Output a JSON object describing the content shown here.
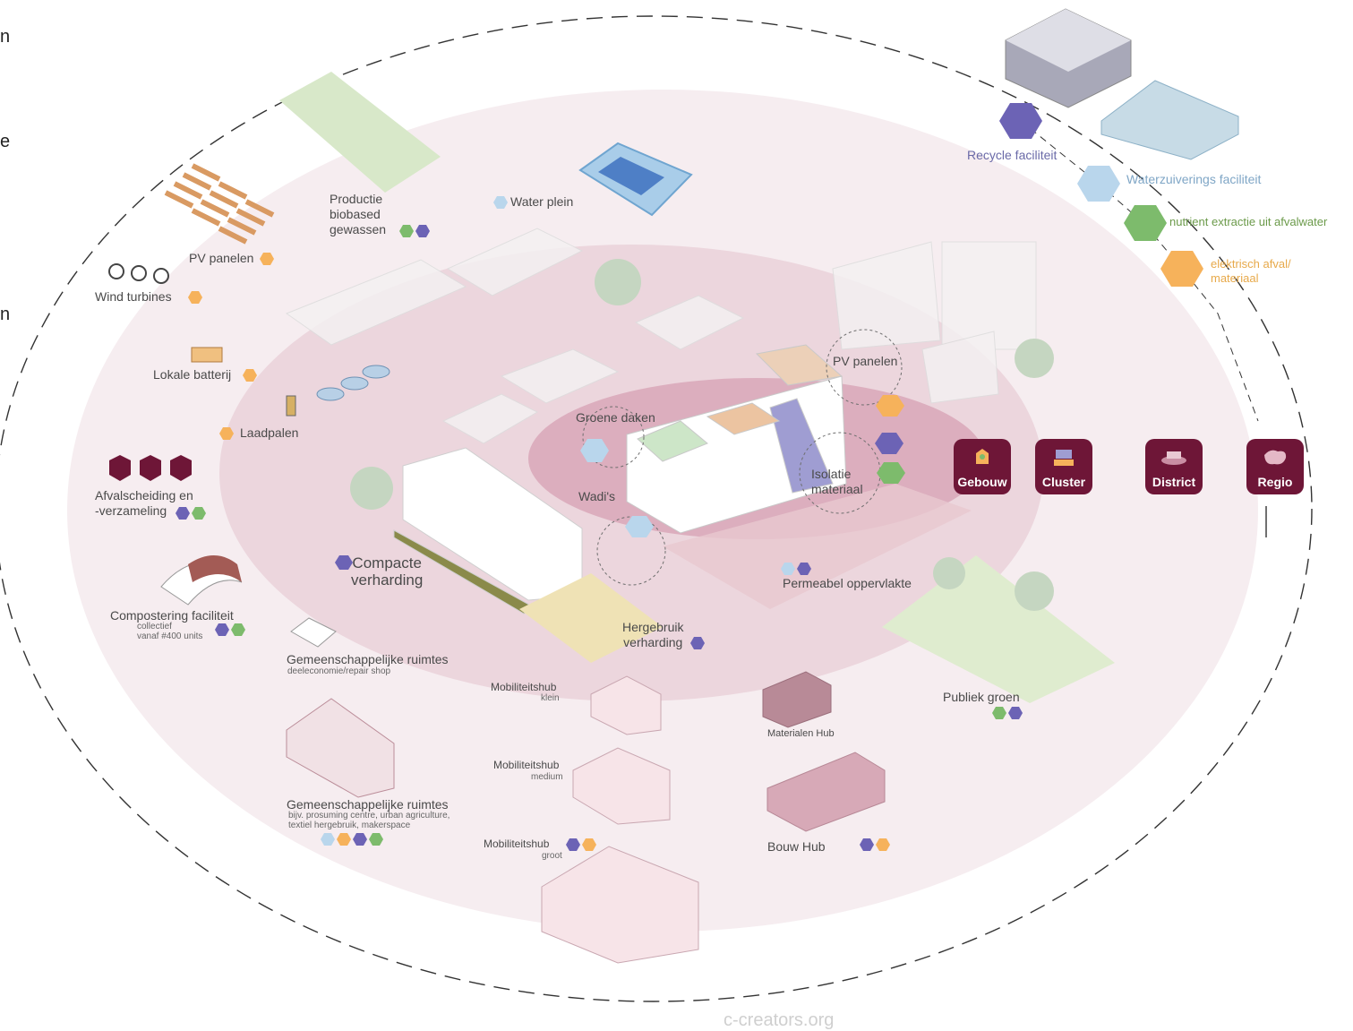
{
  "colors": {
    "purple": "#6c63b5",
    "light_blue": "#b9d6ec",
    "green": "#7dbb6c",
    "orange": "#f6b25b",
    "maroon": "#6e1637",
    "pink_zone": "#f3e6ea",
    "district_zone": "#ead2da",
    "core_zone": "#dfb4c4"
  },
  "edge_letters": [
    "n",
    "e",
    "n"
  ],
  "labels": {
    "productie": "Productie\nbiobased\ngewassen",
    "water_plein": "Water plein",
    "pv_panelen_left": "PV panelen",
    "wind_turbines": "Wind turbines",
    "lokale_batterij": "Lokale batterij",
    "laadpalen": "Laadpalen",
    "afvalscheiding": "Afvalscheiding en\n-verzameling",
    "compostering": "Compostering faciliteit",
    "compostering_sub": "collectief\nvanaf #400 units",
    "gemeenschap1": "Gemeenschappelijke ruimtes",
    "gemeenschap1_sub": "deeleconomie/repair shop",
    "gemeenschap2": "Gemeenschappelijke ruimtes",
    "gemeenschap2_sub": "bijv. prosuming centre, urban agriculture,\ntextiel hergebruik, makerspace",
    "compacte": "Compacte\nverharding",
    "hergebruik": "Hergebruik\nverharding",
    "wadis": "Wadi's",
    "groene_daken": "Groene daken",
    "pv_panelen_center": "PV panelen",
    "isolatie": "Isolatie\nmateriaal",
    "permeabel": "Permeabel oppervlakte",
    "publiek_groen": "Publiek groen",
    "mob_klein": "Mobiliteitshub",
    "mob_klein_sub": "klein",
    "mob_medium": "Mobiliteitshub",
    "mob_medium_sub": "medium",
    "mob_groot": "Mobiliteitshub",
    "mob_groot_sub": "groot",
    "materialen_hub": "Materialen Hub",
    "bouw_hub": "Bouw Hub",
    "recycle": "Recycle faciliteit",
    "waterzuivering": "Waterzuiverings faciliteit",
    "nutrient": "nutrient extractie uit afvalwater",
    "elektrisch": "elektrisch afval/\nmateriaal"
  },
  "scale_levels": [
    "Gebouw",
    "Cluster",
    "District",
    "Regio"
  ],
  "watermark": "c-creators.org"
}
